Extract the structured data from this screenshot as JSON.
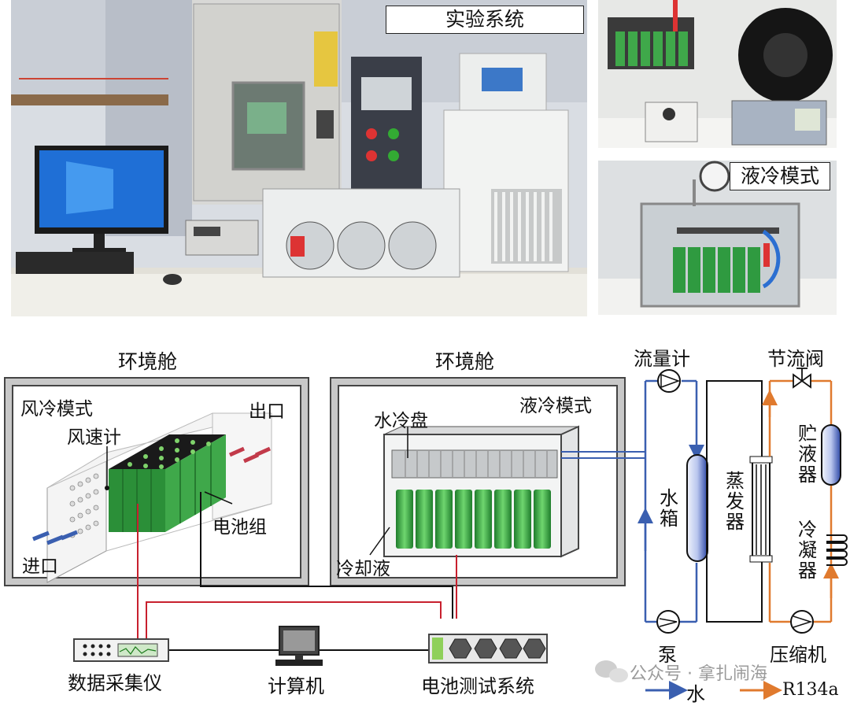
{
  "photos": {
    "main_label": "实验系统",
    "liquid_label": "液冷模式"
  },
  "diagram": {
    "chamber1": {
      "title": "环境舱",
      "mode": "风冷模式",
      "anemometer": "风速计",
      "outlet": "出口",
      "inlet": "进口",
      "battery_pack": "电池组"
    },
    "chamber2": {
      "title": "环境舱",
      "mode": "液冷模式",
      "cold_plate": "水冷盘",
      "coolant": "冷却液"
    },
    "loop": {
      "flowmeter": "流量计",
      "throttle": "节流阀",
      "tank": "水箱",
      "evaporator": "蒸发器",
      "receiver": "贮液器",
      "condenser": "冷凝器",
      "pump": "泵",
      "compressor": "压缩机"
    },
    "devices": {
      "daq": "数据采集仪",
      "computer": "计算机",
      "battery_tester": "电池测试系统"
    },
    "legend": {
      "water": "水",
      "refrigerant": "R134a",
      "water_color": "#3a5fb0",
      "refrigerant_color": "#e07a2e"
    },
    "watermark": "公众号 · 拿扎闹海"
  }
}
